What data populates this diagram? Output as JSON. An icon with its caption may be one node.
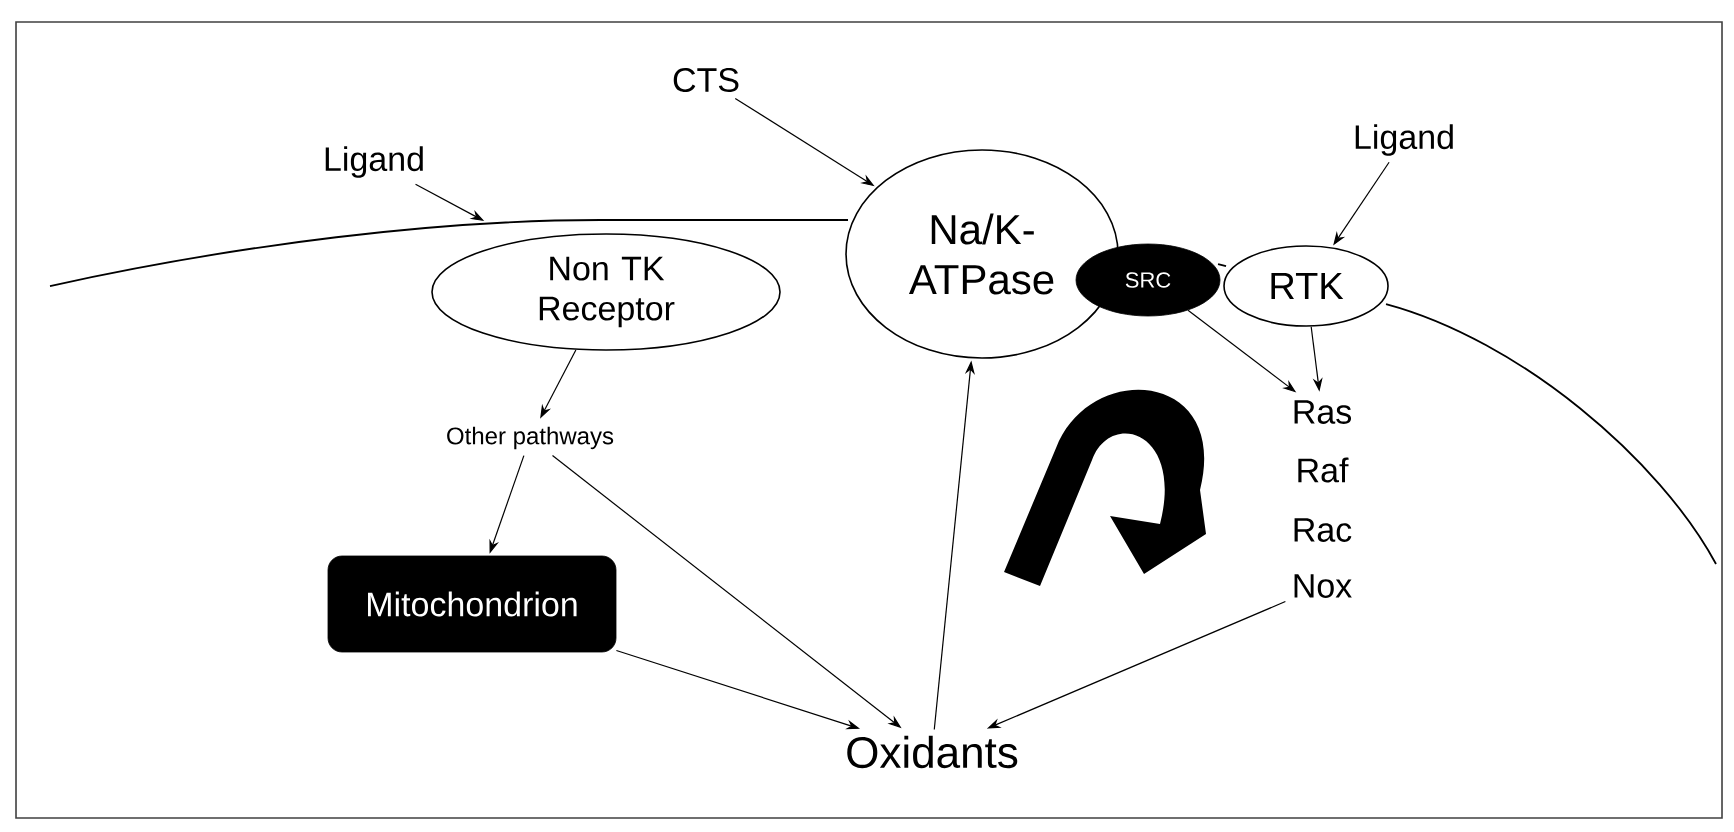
{
  "diagram": {
    "nodes": [
      {
        "text": [
          "CTS"
        ]
      },
      {
        "text": [
          "Ligand"
        ]
      },
      {
        "text": [
          "Non TK Receptor"
        ]
      },
      {
        "text": [
          "Na/K-ATPase"
        ]
      },
      {
        "text": [
          "Ligand"
        ]
      },
      {
        "text": [
          "SRC"
        ]
      },
      {
        "text": [
          "RTK"
        ]
      },
      {
        "text": [
          "Ras"
        ]
      },
      {
        "text": [
          "Other pathways"
        ]
      },
      {
        "text": [
          "Nox"
        ]
      },
      {
        "text": [
          "Mitochondrion"
        ]
      },
      {
        "text": [
          "Oxidants"
        ]
      },
      {
        "text": [],
        "shape": "membrane"
      }
    ],
    "edges": [
      {
        "from": 0,
        "to": 3,
        "arrow": "to"
      },
      {
        "from": 1,
        "to": 12,
        "arrow": "to"
      },
      {
        "from": 4,
        "to": 6,
        "arrow": "to"
      },
      {
        "from": 2,
        "to": 8,
        "arrow": "to"
      },
      {
        "from": 5,
        "to": 7,
        "arrow": "to"
      },
      {
        "from": 6,
        "to": 7,
        "arrow": "to"
      },
      {
        "from": 8,
        "to": 10,
        "arrow": "to"
      },
      {
        "from": 8,
        "to": 11,
        "arrow": "to"
      },
      {
        "from": 10,
        "to": 11,
        "arrow": "to"
      },
      {
        "from": 9,
        "to": 11,
        "arrow": "to"
      },
      {
        "from": 11,
        "to": 3,
        "arrow": "to"
      }
    ],
    "labels": [
      "Raf",
      "Rac"
    ]
  }
}
